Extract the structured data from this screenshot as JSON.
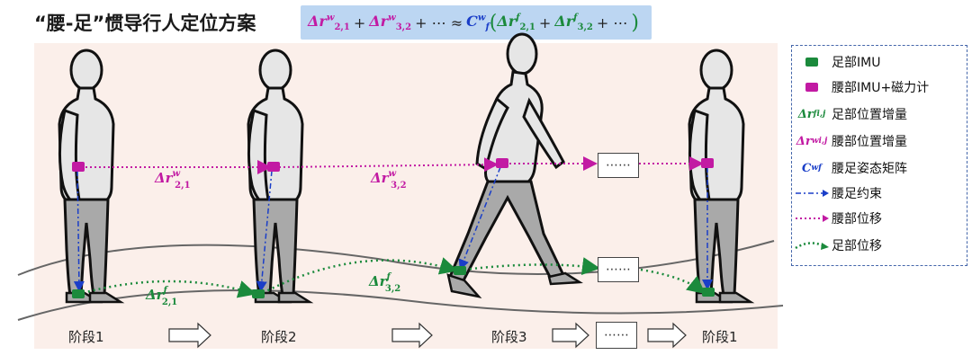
{
  "title": "“腰-足”惯导行人定位方案",
  "formula": {
    "term1": "Δr",
    "term1_sup": "w",
    "term1_sub": "2,1",
    "plus": "+",
    "term2": "Δr",
    "term2_sup": "w",
    "term2_sub": "3,2",
    "dots": "+ ⋯ ≈",
    "c": "C",
    "c_sup": "w",
    "c_sub": "f",
    "open": "(",
    "term3": "Δr",
    "term3_sup": "f",
    "term3_sub": "2,1",
    "term4": "Δr",
    "term4_sup": "f",
    "term4_sub": "3,2",
    "tail": "+ ⋯",
    "close": ")"
  },
  "diagram_labels": {
    "waist12": {
      "main": "Δr",
      "sup": "w",
      "sub": "2,1"
    },
    "waist23": {
      "main": "Δr",
      "sup": "w",
      "sub": "3,2"
    },
    "foot12": {
      "main": "Δr",
      "sup": "f",
      "sub": "2,1"
    },
    "foot23": {
      "main": "Δr",
      "sup": "f",
      "sub": "3,2"
    }
  },
  "ellipsis_boxes": [
    "⋯⋯",
    "⋯⋯",
    "⋯⋯"
  ],
  "stages": [
    "阶段1",
    "阶段2",
    "阶段3",
    "阶段1"
  ],
  "legend": {
    "foot_imu": "足部IMU",
    "waist_imu": "腰部IMU+磁力计",
    "foot_inc": "足部位置增量",
    "foot_inc_sym": {
      "main": "Δr",
      "sup": "f",
      "sub": "i,j"
    },
    "waist_inc": "腰部位置增量",
    "waist_inc_sym": {
      "main": "Δr",
      "sup": "w",
      "sub": "i,j"
    },
    "attitude": "腰足姿态矩阵",
    "attitude_sym": {
      "main": "C",
      "sup": "w",
      "sub": "f"
    },
    "constraint": "腰足约束",
    "waist_disp": "腰部位移",
    "foot_disp": "足部位移"
  },
  "colors": {
    "waist": "#c21aa3",
    "foot": "#1b8a3c",
    "constraint": "#1a3ec8",
    "background": "#fbefea",
    "body": "#e6e6e6",
    "leg": "#a9a9a9"
  },
  "icons": [
    "foot-imu-marker",
    "waist-imu-marker",
    "arrow-right-icon",
    "walking-person"
  ]
}
